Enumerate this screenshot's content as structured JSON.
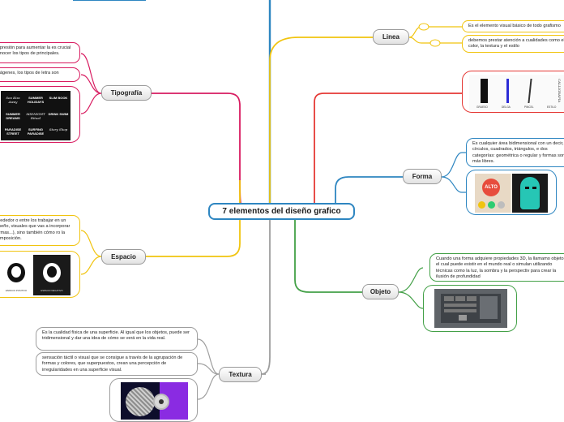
{
  "central": {
    "title": "7 elementos del diseño grafico"
  },
  "colors": {
    "linea": "#f1c40f",
    "tipografia": "#d81b60",
    "espacio": "#f1c40f",
    "textura": "#9e9e9e",
    "forma": "#2e86c1",
    "objeto": "#43a047",
    "imagen": "#e53935",
    "central": "#2e86c1"
  },
  "branches": {
    "linea": {
      "label": "Linea",
      "notes": [
        "Es el elemento visual básico de todo grafismo",
        "debemos prestar atención a cualidades como el color, la textura y el estilo"
      ],
      "image_captions": [
        "GRUESO",
        "DELGA",
        "PINCEL",
        "ESTILO"
      ],
      "image_text": "CALLIGRAFIA"
    },
    "tipografia": {
      "label": "Tipografía",
      "notes": [
        "expresión para aumentar la es crucial conocer los tipos de principales.",
        "imágenes, los tipos de letra son"
      ],
      "samples": [
        "Sea Kiss Away",
        "SUMMER HOLIDAYS",
        "SLIM BOOK",
        "SUMMER DREAMS",
        "MIDNIGHT Ritual",
        "DRINK SWIM",
        "PARADISE STREET",
        "SURFING PARADISE",
        "Story Shop"
      ]
    },
    "espacio": {
      "label": "Espacio",
      "note": "alrededor o entre los trabajar en un diseño, visuales que vas a incorporar formas...), sino también cómo ro la composición.",
      "image_captions": [
        "ESPACIO POSITIVO",
        "ESPACIO NEGATIVO"
      ]
    },
    "textura": {
      "label": "Textura",
      "notes": [
        "Es la cualidad física de una superficie. Al igual que los objetos, puede ser tridimensional y dar una idea de cómo se verá en la vida real.",
        "sensación táctil o visual que se consigue a través de la agrupación de formas y colores, que superpuestos, crean una percepción de irregularidades en una superficie visual."
      ]
    },
    "forma": {
      "label": "Forma",
      "note": "Es cualquier área bidimensional con un decir, círculos, cuadrados, triángulos, e dos categorías: geométrica o regular y formas son más libres.",
      "sign_text": "ALTO"
    },
    "objeto": {
      "label": "Objeto",
      "note": "Cuando una forma adquiere propiedades 3D, la llamamo objeto, el cual puede existir en el mundo real o simulan utilizando técnicas como la luz, la sombra y la perspectiv para crear la ilusión de profundidad"
    }
  }
}
